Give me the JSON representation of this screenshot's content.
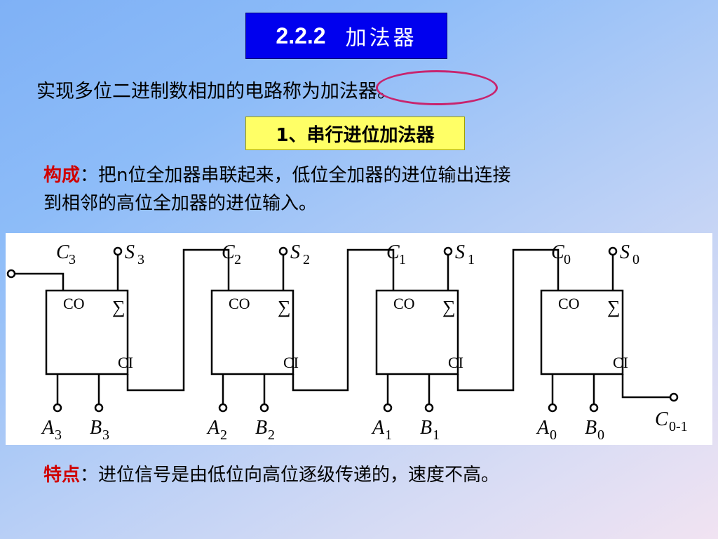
{
  "title": {
    "number": "2.2.2",
    "text": "加法器"
  },
  "intro": "实现多位二进制数相加的电路称为加法器。",
  "subtitle": "1、串行进位加法器",
  "composition": {
    "label": "构成",
    "sep": "：",
    "line1": "把n位全加器串联起来，低位全加器的进位输出连接",
    "line2": "到相邻的高位全加器的进位输入。"
  },
  "diagram": {
    "blocks": [
      {
        "co": "CO",
        "sum": "∑",
        "ci": "CI",
        "c_sym": "C",
        "c_sub": "3",
        "s_sym": "S",
        "s_sub": "3",
        "a_sym": "A",
        "a_sub": "3",
        "b_sym": "B",
        "b_sub": "3"
      },
      {
        "co": "CO",
        "sum": "∑",
        "ci": "CI",
        "c_sym": "C",
        "c_sub": "2",
        "s_sym": "S",
        "s_sub": "2",
        "a_sym": "A",
        "a_sub": "2",
        "b_sym": "B",
        "b_sub": "2"
      },
      {
        "co": "CO",
        "sum": "∑",
        "ci": "CI",
        "c_sym": "C",
        "c_sub": "1",
        "s_sym": "S",
        "s_sub": "1",
        "a_sym": "A",
        "a_sub": "1",
        "b_sym": "B",
        "b_sub": "1"
      },
      {
        "co": "CO",
        "sum": "∑",
        "ci": "CI",
        "c_sym": "C",
        "c_sub": "0",
        "s_sym": "S",
        "s_sub": "0",
        "a_sym": "A",
        "a_sub": "0",
        "b_sym": "B",
        "b_sub": "0"
      }
    ],
    "cin_sym": "C",
    "cin_sub": "0-1"
  },
  "feature": {
    "label": "特点",
    "sep": "：",
    "text": "进位信号是由低位向高位逐级传递的，速度不高。"
  }
}
